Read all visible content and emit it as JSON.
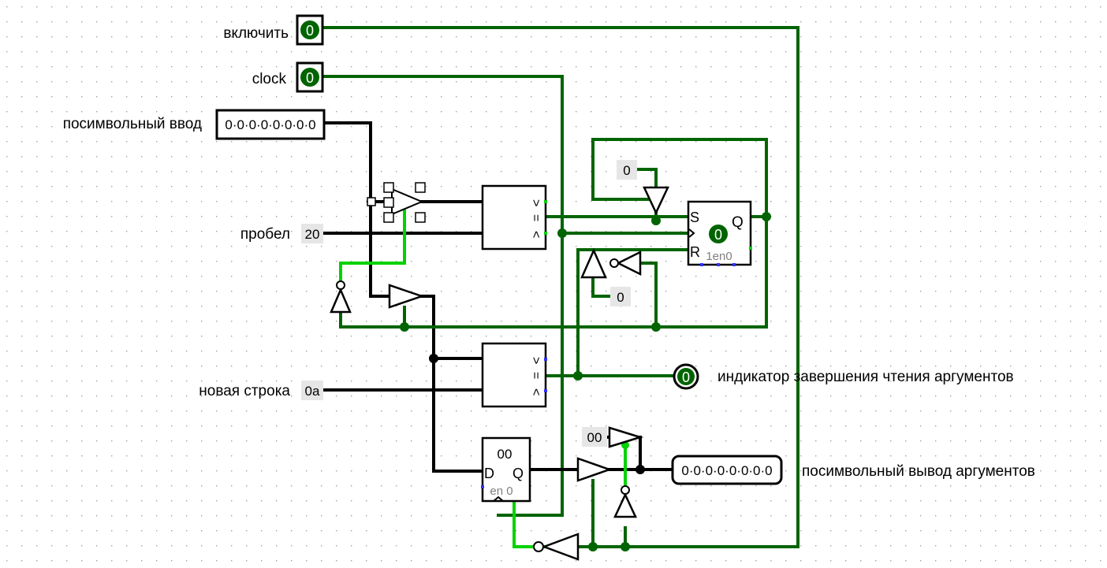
{
  "colors": {
    "wire_on": "#00d200",
    "wire_off": "#006400",
    "wire_bus": "#000000",
    "led_fill": "#006400",
    "const_bg": "#e6e6e6",
    "pin_blue": "#3030ff",
    "grid_dot": "#a0a0a0"
  },
  "inputs": {
    "enable": {
      "label": "включить",
      "value": "0"
    },
    "clock": {
      "label": "clock",
      "value": "0"
    },
    "char_input": {
      "label": "посимвольный ввод",
      "value": "0·0·0·0·0·0·0·0"
    }
  },
  "constants": {
    "space": {
      "label": "пробел",
      "value": "20"
    },
    "newline": {
      "label": "новая строка",
      "value": "0a"
    },
    "zero_top": "0",
    "zero_mid": "0",
    "zero_out": "00"
  },
  "comparators": {
    "symbols": {
      "gt": ">",
      "eq": "=",
      "lt": "<"
    }
  },
  "sr_latch": {
    "s": "S",
    "q": "Q",
    "r": "R",
    "state": "0",
    "bottom": "1en0"
  },
  "register": {
    "value": "00",
    "d": "D",
    "q": "Q",
    "bottom": "en 0"
  },
  "outputs": {
    "done_indicator": {
      "label": "индикатор завершения чтения аргументов",
      "value": "0"
    },
    "char_output": {
      "label": "посимвольный вывод аргументов",
      "value": "0·0·0·0·0·0·0·0"
    }
  }
}
